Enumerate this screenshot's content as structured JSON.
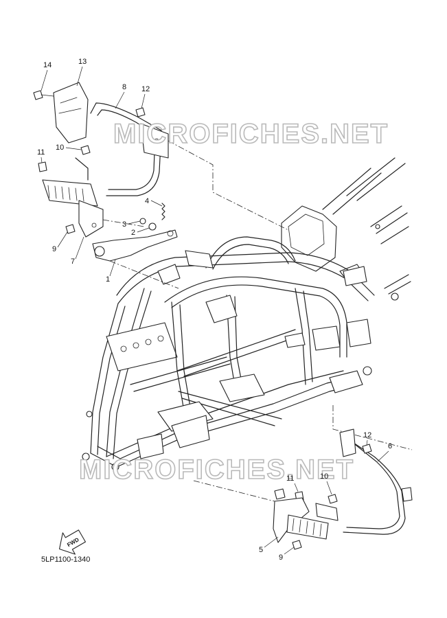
{
  "diagram": {
    "part_code": "5LP1100-1340",
    "watermark": "MICROFICHES.NET",
    "fwd_label": "FWD",
    "callouts": [
      {
        "id": "c14a",
        "label": "14"
      },
      {
        "id": "c13",
        "label": "13"
      },
      {
        "id": "c8",
        "label": "8"
      },
      {
        "id": "c12a",
        "label": "12"
      },
      {
        "id": "c10a",
        "label": "10"
      },
      {
        "id": "c11a",
        "label": "11"
      },
      {
        "id": "c4",
        "label": "4"
      },
      {
        "id": "c3",
        "label": "3"
      },
      {
        "id": "c2",
        "label": "2"
      },
      {
        "id": "c9a",
        "label": "9"
      },
      {
        "id": "c7",
        "label": "7"
      },
      {
        "id": "c1",
        "label": "1"
      },
      {
        "id": "c12b",
        "label": "12"
      },
      {
        "id": "c6",
        "label": "6"
      },
      {
        "id": "c11b",
        "label": "11"
      },
      {
        "id": "c10b",
        "label": "10"
      },
      {
        "id": "c5",
        "label": "5"
      },
      {
        "id": "c9b",
        "label": "9"
      }
    ]
  }
}
